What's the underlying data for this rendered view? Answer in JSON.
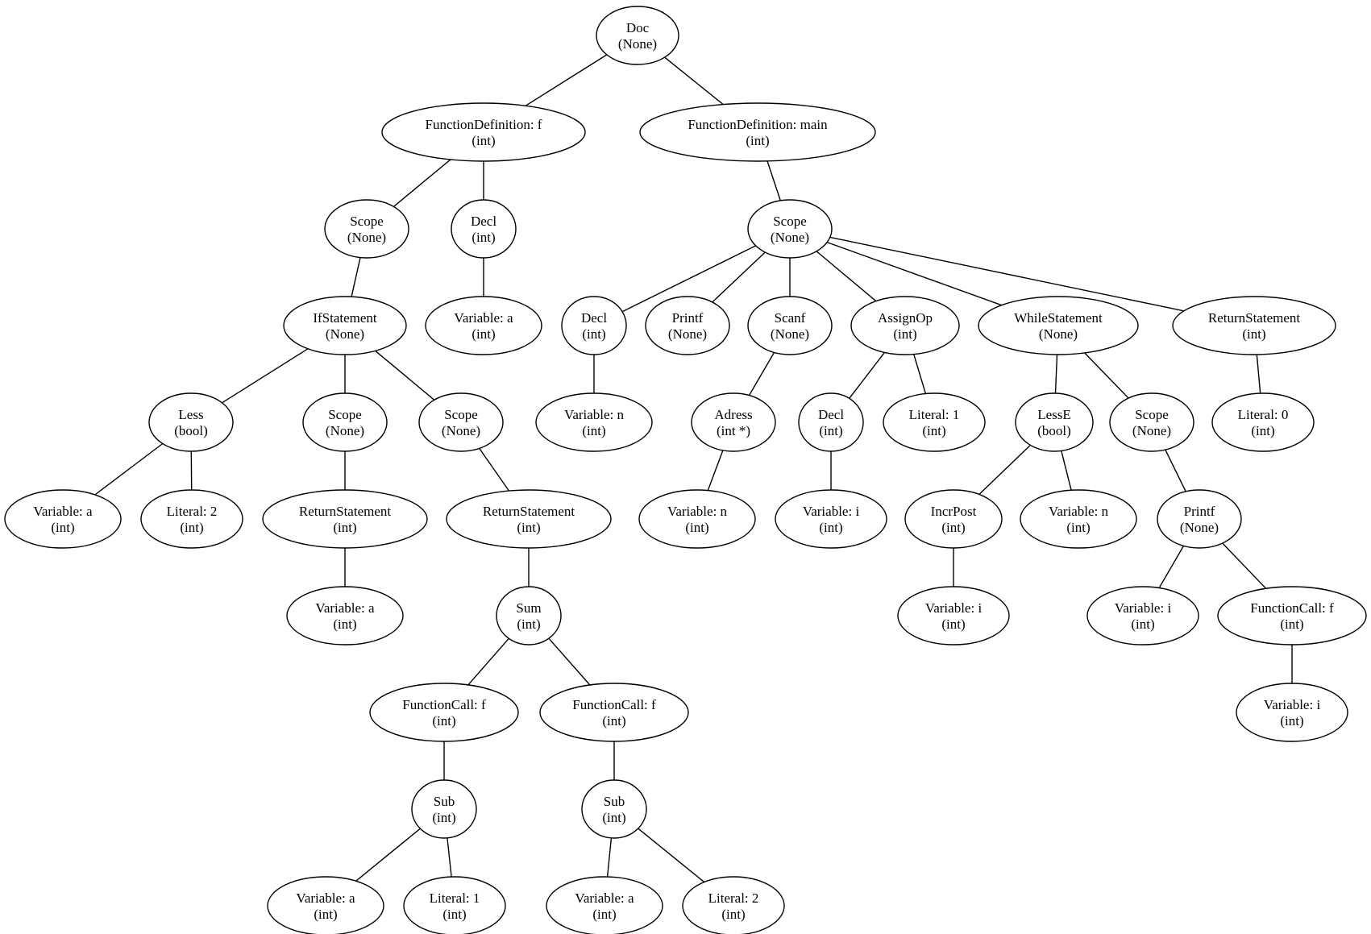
{
  "diagram": {
    "type": "tree",
    "nodes": [
      {
        "id": "doc",
        "label": "Doc",
        "type": "(None)"
      },
      {
        "id": "fdef-f",
        "label": "FunctionDefinition: f",
        "type": "(int)"
      },
      {
        "id": "fdef-main",
        "label": "FunctionDefinition: main",
        "type": "(int)"
      },
      {
        "id": "f-scope",
        "label": "Scope",
        "type": "(None)"
      },
      {
        "id": "f-decl",
        "label": "Decl",
        "type": "(int)"
      },
      {
        "id": "f-decl-var-a",
        "label": "Variable: a",
        "type": "(int)"
      },
      {
        "id": "ifstmt",
        "label": "IfStatement",
        "type": "(None)"
      },
      {
        "id": "less",
        "label": "Less",
        "type": "(bool)"
      },
      {
        "id": "less-var-a",
        "label": "Variable: a",
        "type": "(int)"
      },
      {
        "id": "less-lit-2",
        "label": "Literal: 2",
        "type": "(int)"
      },
      {
        "id": "if-scope-1",
        "label": "Scope",
        "type": "(None)"
      },
      {
        "id": "ret-1",
        "label": "ReturnStatement",
        "type": "(int)"
      },
      {
        "id": "ret-1-var-a",
        "label": "Variable: a",
        "type": "(int)"
      },
      {
        "id": "if-scope-2",
        "label": "Scope",
        "type": "(None)"
      },
      {
        "id": "ret-2",
        "label": "ReturnStatement",
        "type": "(int)"
      },
      {
        "id": "sum",
        "label": "Sum",
        "type": "(int)"
      },
      {
        "id": "fcall-1",
        "label": "FunctionCall: f",
        "type": "(int)"
      },
      {
        "id": "fcall-2",
        "label": "FunctionCall: f",
        "type": "(int)"
      },
      {
        "id": "sub-1",
        "label": "Sub",
        "type": "(int)"
      },
      {
        "id": "sub-2",
        "label": "Sub",
        "type": "(int)"
      },
      {
        "id": "sub-1-var-a",
        "label": "Variable: a",
        "type": "(int)"
      },
      {
        "id": "sub-1-lit-1",
        "label": "Literal: 1",
        "type": "(int)"
      },
      {
        "id": "sub-2-var-a",
        "label": "Variable: a",
        "type": "(int)"
      },
      {
        "id": "sub-2-lit-2",
        "label": "Literal: 2",
        "type": "(int)"
      },
      {
        "id": "main-scope",
        "label": "Scope",
        "type": "(None)"
      },
      {
        "id": "main-decl",
        "label": "Decl",
        "type": "(int)"
      },
      {
        "id": "main-decl-var-n",
        "label": "Variable: n",
        "type": "(int)"
      },
      {
        "id": "main-printf",
        "label": "Printf",
        "type": "(None)"
      },
      {
        "id": "scanf",
        "label": "Scanf",
        "type": "(None)"
      },
      {
        "id": "adress",
        "label": "Adress",
        "type": "(int *)"
      },
      {
        "id": "adress-var-n",
        "label": "Variable: n",
        "type": "(int)"
      },
      {
        "id": "assignop",
        "label": "AssignOp",
        "type": "(int)"
      },
      {
        "id": "assign-decl",
        "label": "Decl",
        "type": "(int)"
      },
      {
        "id": "assign-decl-var-i",
        "label": "Variable: i",
        "type": "(int)"
      },
      {
        "id": "assign-lit-1",
        "label": "Literal: 1",
        "type": "(int)"
      },
      {
        "id": "while",
        "label": "WhileStatement",
        "type": "(None)"
      },
      {
        "id": "lesse",
        "label": "LessE",
        "type": "(bool)"
      },
      {
        "id": "incrpost",
        "label": "IncrPost",
        "type": "(int)"
      },
      {
        "id": "incrpost-var-i",
        "label": "Variable: i",
        "type": "(int)"
      },
      {
        "id": "lesse-var-n",
        "label": "Variable: n",
        "type": "(int)"
      },
      {
        "id": "while-scope",
        "label": "Scope",
        "type": "(None)"
      },
      {
        "id": "while-printf",
        "label": "Printf",
        "type": "(None)"
      },
      {
        "id": "while-printf-var-i",
        "label": "Variable: i",
        "type": "(int)"
      },
      {
        "id": "fcall-3",
        "label": "FunctionCall: f",
        "type": "(int)"
      },
      {
        "id": "fcall-3-var-i",
        "label": "Variable: i",
        "type": "(int)"
      },
      {
        "id": "main-ret",
        "label": "ReturnStatement",
        "type": "(int)"
      },
      {
        "id": "main-ret-lit-0",
        "label": "Literal: 0",
        "type": "(int)"
      }
    ],
    "edges": [
      [
        "doc",
        "fdef-f"
      ],
      [
        "doc",
        "fdef-main"
      ],
      [
        "fdef-f",
        "f-scope"
      ],
      [
        "fdef-f",
        "f-decl"
      ],
      [
        "f-decl",
        "f-decl-var-a"
      ],
      [
        "f-scope",
        "ifstmt"
      ],
      [
        "ifstmt",
        "less"
      ],
      [
        "ifstmt",
        "if-scope-1"
      ],
      [
        "ifstmt",
        "if-scope-2"
      ],
      [
        "less",
        "less-var-a"
      ],
      [
        "less",
        "less-lit-2"
      ],
      [
        "if-scope-1",
        "ret-1"
      ],
      [
        "ret-1",
        "ret-1-var-a"
      ],
      [
        "if-scope-2",
        "ret-2"
      ],
      [
        "ret-2",
        "sum"
      ],
      [
        "sum",
        "fcall-1"
      ],
      [
        "sum",
        "fcall-2"
      ],
      [
        "fcall-1",
        "sub-1"
      ],
      [
        "fcall-2",
        "sub-2"
      ],
      [
        "sub-1",
        "sub-1-var-a"
      ],
      [
        "sub-1",
        "sub-1-lit-1"
      ],
      [
        "sub-2",
        "sub-2-var-a"
      ],
      [
        "sub-2",
        "sub-2-lit-2"
      ],
      [
        "fdef-main",
        "main-scope"
      ],
      [
        "main-scope",
        "main-decl"
      ],
      [
        "main-scope",
        "main-printf"
      ],
      [
        "main-scope",
        "scanf"
      ],
      [
        "main-scope",
        "assignop"
      ],
      [
        "main-scope",
        "while"
      ],
      [
        "main-scope",
        "main-ret"
      ],
      [
        "main-decl",
        "main-decl-var-n"
      ],
      [
        "scanf",
        "adress"
      ],
      [
        "adress",
        "adress-var-n"
      ],
      [
        "assignop",
        "assign-decl"
      ],
      [
        "assignop",
        "assign-lit-1"
      ],
      [
        "assign-decl",
        "assign-decl-var-i"
      ],
      [
        "while",
        "lesse"
      ],
      [
        "while",
        "while-scope"
      ],
      [
        "lesse",
        "incrpost"
      ],
      [
        "lesse",
        "lesse-var-n"
      ],
      [
        "incrpost",
        "incrpost-var-i"
      ],
      [
        "while-scope",
        "while-printf"
      ],
      [
        "while-printf",
        "while-printf-var-i"
      ],
      [
        "while-printf",
        "fcall-3"
      ],
      [
        "fcall-3",
        "fcall-3-var-i"
      ],
      [
        "main-ret",
        "main-ret-lit-0"
      ]
    ]
  }
}
